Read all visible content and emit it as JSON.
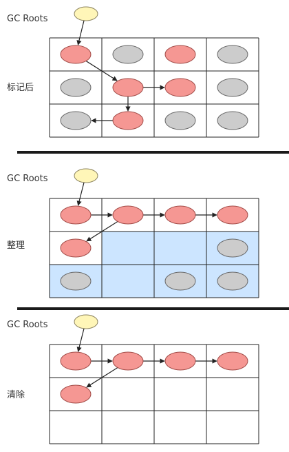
{
  "colors": {
    "root": "#fff6b8",
    "live": "#f59793",
    "dead": "#cccccc",
    "free": "#cce5ff",
    "line": "#222222"
  },
  "panels": [
    {
      "root_label": "GC Roots",
      "phase_label": "标记后",
      "cells": [
        [
          "live",
          "dead",
          "live",
          "dead"
        ],
        [
          "dead",
          "live",
          "live",
          "dead"
        ],
        [
          "dead",
          "live",
          "dead",
          "dead"
        ]
      ],
      "free_cells": [],
      "arrows": [
        [
          0,
          0,
          1,
          1
        ],
        [
          1,
          1,
          1,
          2
        ],
        [
          1,
          1,
          2,
          1
        ],
        [
          2,
          1,
          2,
          0
        ]
      ]
    },
    {
      "root_label": "GC Roots",
      "phase_label": "整理",
      "cells": [
        [
          "live",
          "live",
          "live",
          "live"
        ],
        [
          "live",
          "",
          "",
          "dead"
        ],
        [
          "dead",
          "",
          "dead",
          "dead"
        ]
      ],
      "free_cells": [
        [
          1,
          1
        ],
        [
          1,
          2
        ],
        [
          2,
          0
        ],
        [
          2,
          1
        ],
        [
          2,
          2
        ],
        [
          2,
          3
        ],
        [
          1,
          3
        ]
      ],
      "arrows": [
        [
          0,
          0,
          0,
          1
        ],
        [
          0,
          1,
          0,
          2
        ],
        [
          0,
          2,
          0,
          3
        ],
        [
          0,
          1,
          1,
          0
        ]
      ]
    },
    {
      "root_label": "GC Roots",
      "phase_label": "清除",
      "cells": [
        [
          "live",
          "live",
          "live",
          "live"
        ],
        [
          "live",
          "",
          "",
          ""
        ],
        [
          "",
          "",
          "",
          ""
        ]
      ],
      "free_cells": [],
      "arrows": [
        [
          0,
          0,
          0,
          1
        ],
        [
          0,
          1,
          0,
          2
        ],
        [
          0,
          2,
          0,
          3
        ],
        [
          0,
          1,
          1,
          0
        ]
      ]
    }
  ]
}
